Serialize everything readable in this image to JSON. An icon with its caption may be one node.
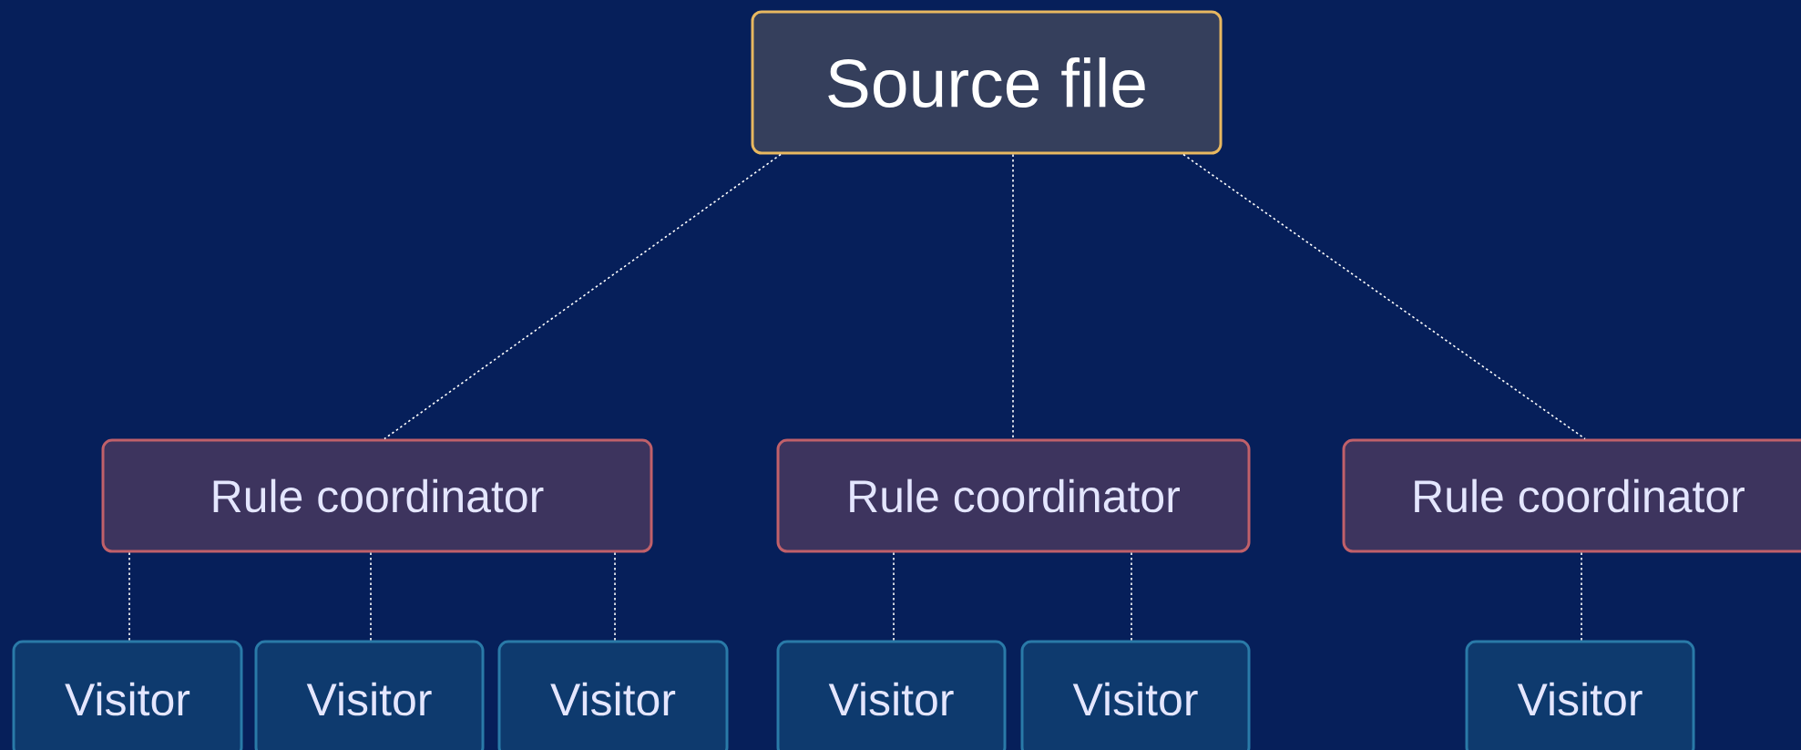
{
  "diagram": {
    "nodes": [
      {
        "text": [
          "Source file"
        ]
      },
      {
        "text": [
          "Rule coordinator"
        ]
      },
      {
        "text": [
          "Rule coordinator"
        ]
      },
      {
        "text": [
          "Rule coordinator"
        ]
      },
      {
        "text": [
          "Visitor"
        ]
      },
      {
        "text": [
          "Visitor"
        ]
      },
      {
        "text": [
          "Visitor"
        ]
      },
      {
        "text": [
          "Visitor"
        ]
      },
      {
        "text": [
          "Visitor"
        ]
      },
      {
        "text": [
          "Visitor"
        ]
      }
    ],
    "edges": [
      {
        "from": 0,
        "to": 1,
        "arrow": "none"
      },
      {
        "from": 0,
        "to": 2,
        "arrow": "none"
      },
      {
        "from": 0,
        "to": 3,
        "arrow": "none"
      },
      {
        "from": 1,
        "to": 4,
        "arrow": "none"
      },
      {
        "from": 1,
        "to": 5,
        "arrow": "none"
      },
      {
        "from": 1,
        "to": 6,
        "arrow": "none"
      },
      {
        "from": 2,
        "to": 7,
        "arrow": "none"
      },
      {
        "from": 2,
        "to": 8,
        "arrow": "none"
      },
      {
        "from": 3,
        "to": 9,
        "arrow": "none"
      }
    ]
  }
}
